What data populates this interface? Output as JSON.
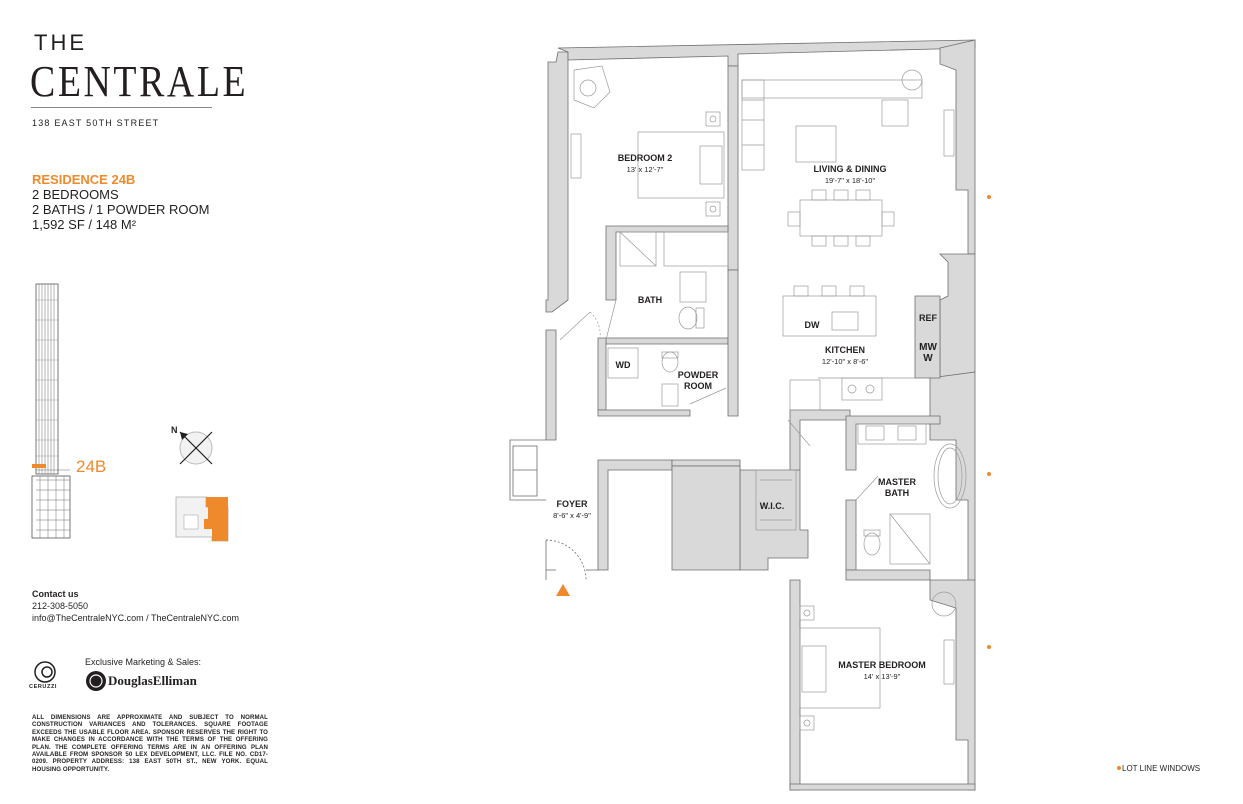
{
  "brand": {
    "line1": "THE",
    "line2": "CENTRALE",
    "address": "138 EAST 50TH STREET"
  },
  "residence": {
    "title": "RESIDENCE 24B",
    "bedrooms": "2 BEDROOMS",
    "baths": "2 BATHS / 1 POWDER ROOM",
    "area": "1,592 SF / 148 M²"
  },
  "floor_marker": "24B",
  "compass": {
    "label": "N"
  },
  "rooms": {
    "bedroom2": {
      "name": "BEDROOM 2",
      "dims": "13' x 12'-7\""
    },
    "living": {
      "name": "LIVING & DINING",
      "dims": "19'-7\" x 18'-10\""
    },
    "bath": {
      "name": "BATH"
    },
    "wd": {
      "name": "WD"
    },
    "powder": {
      "name": "POWDER ROOM"
    },
    "kitchen": {
      "name": "KITCHEN",
      "dims": "12'-10\" x 8'-6\""
    },
    "dw": {
      "name": "DW"
    },
    "ref": {
      "name": "REF"
    },
    "mw": {
      "name": "MW W"
    },
    "foyer": {
      "name": "FOYER",
      "dims": "8'-6\" x 4'-9\""
    },
    "wic": {
      "name": "W.I.C."
    },
    "master_bath": {
      "name": "MASTER BATH"
    },
    "master_bedroom": {
      "name": "MASTER BEDROOM",
      "dims": "14' x 13'-9\""
    }
  },
  "contact": {
    "heading": "Contact us",
    "phone": "212-308-5050",
    "links": "info@TheCentraleNYC.com / TheCentraleNYC.com"
  },
  "marketing": {
    "label": "Exclusive Marketing & Sales:",
    "ceruzzi": "CERUZZI",
    "douglas": "DouglasElliman"
  },
  "disclaimer": "ALL DIMENSIONS ARE APPROXIMATE AND SUBJECT TO NORMAL CONSTRUCTION VARIANCES AND TOLERANCES. SQUARE FOOTAGE EXCEEDS THE USABLE FLOOR AREA. SPONSOR RESERVES THE RIGHT TO MAKE CHANGES IN ACCORDANCE WITH THE TERMS OF THE OFFERING PLAN. THE COMPLETE OFFERING TERMS ARE IN AN OFFERING PLAN AVAILABLE FROM SPONSOR 50 LEX DEVELOPMENT, LLC. FILE NO. CD17-0209. PROPERTY ADDRESS: 138 EAST 50TH ST., NEW YORK. EQUAL HOUSING OPPORTUNITY.",
  "legend": {
    "lot_line": "LOT LINE WINDOWS"
  },
  "colors": {
    "accent": "#ef8a2c",
    "wall": "#d9d9d9",
    "line": "#6d6e71"
  }
}
